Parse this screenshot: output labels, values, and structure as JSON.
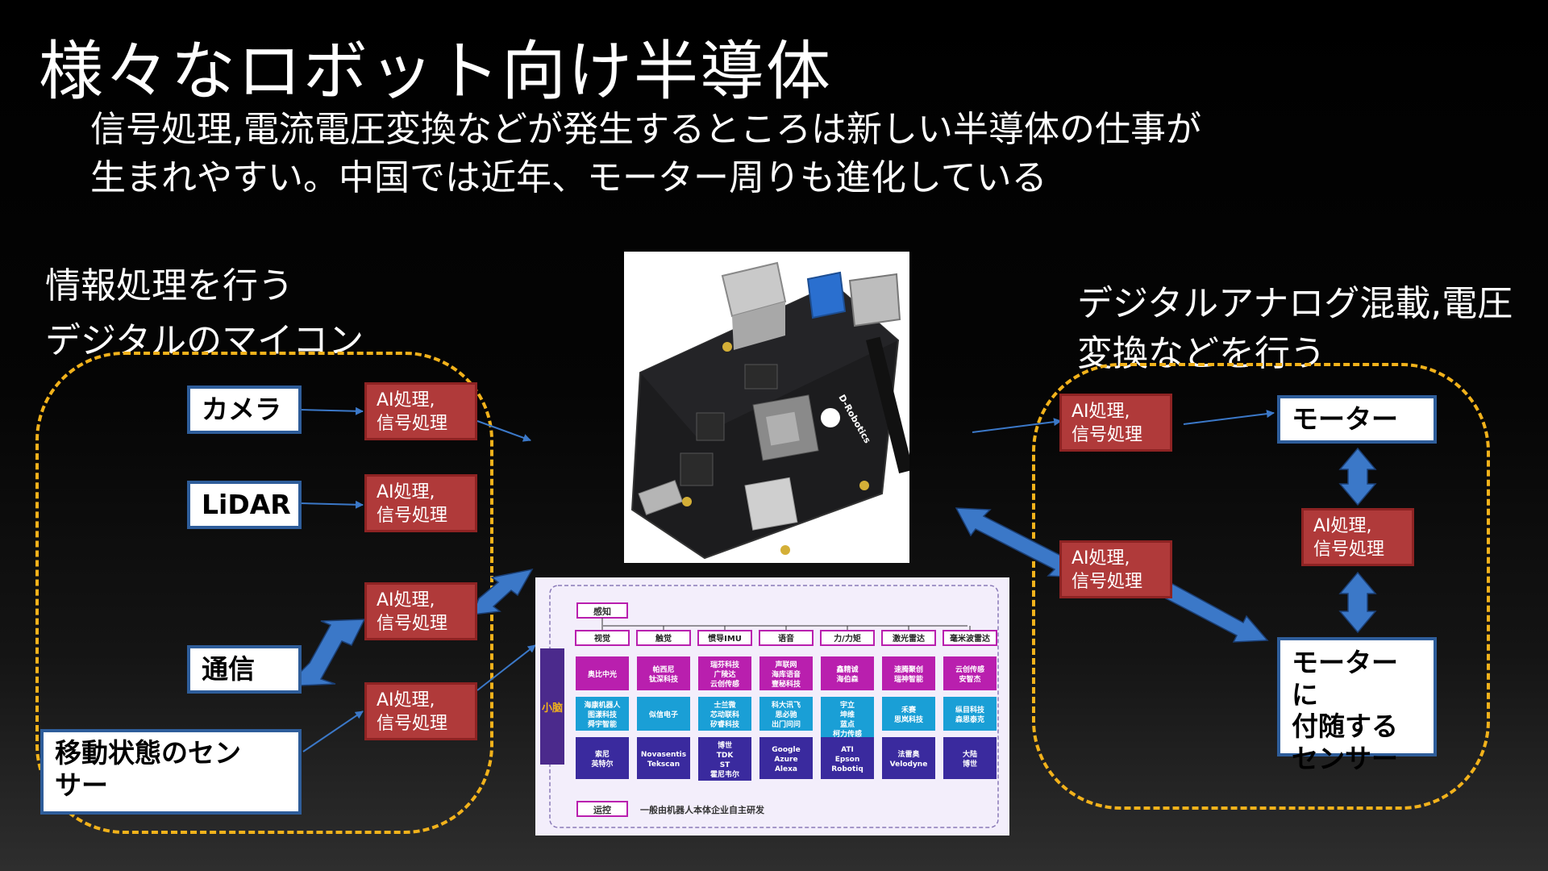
{
  "title": "様々なロボット向け半導体",
  "subtitle": {
    "line1": "信号処理,電流電圧変換などが発生するところは新しい半導体の仕事が",
    "line2": "生まれやすい。中国では近年、モーター周りも進化している"
  },
  "left_section": {
    "label_line1": "情報処理を行う",
    "label_line2": "デジタルのマイコン",
    "inputs": [
      "カメラ",
      "LiDAR",
      "通信",
      "移動状態のセン\nサー"
    ],
    "processing_label": "AI処理,\n信号処理"
  },
  "right_section": {
    "label_line1": "デジタルアナログ混載,電圧",
    "label_line2": "変換などを行う",
    "outputs": [
      "モーター",
      "モーターに\n付随する\nセンサー"
    ],
    "processing_label": "AI処理,\n信号処理"
  },
  "board_image": {
    "brand_text": "D-Robotics"
  },
  "ecosystem": {
    "top_label": "感知",
    "side_label": "小脑",
    "bottom_label": "运控",
    "bottom_note": "一般由机器人本体企业自主研发",
    "columns": [
      {
        "header": "视觉",
        "cells": [
          "奥比中光",
          "海康机器人\n图漾科技\n舜宇智能",
          "索尼\n英特尔"
        ]
      },
      {
        "header": "触觉",
        "cells": [
          "帕西尼\n钛深科技",
          "似信电子",
          "Novasentis\nTekscan"
        ]
      },
      {
        "header": "惯导IMU",
        "cells": [
          "瑞芬科技\n广陵达\n云创传感",
          "士兰微\n芯动联科\n矽睿科技",
          "博世\nTDK\nST\n霍尼韦尔"
        ]
      },
      {
        "header": "语音",
        "cells": [
          "声联网\n海库语音\n壹秘科技",
          "科大讯飞\n思必驰\n出门问问",
          "Google\nAzure\nAlexa"
        ]
      },
      {
        "header": "力/力矩",
        "cells": [
          "鑫精诚\n海伯森",
          "宇立\n坤维\n蓝点\n柯力传感",
          "ATI\nEpson\nRobotiq"
        ]
      },
      {
        "header": "激光雷达",
        "cells": [
          "速腾聚创\n瑞神智能",
          "禾赛\n思岚科技",
          "法雷奥\nVelodyne"
        ]
      },
      {
        "header": "毫米波雷达",
        "cells": [
          "云创传感\n安智杰",
          "纵目科技\n森思泰克",
          "大陆\n博世"
        ]
      }
    ]
  },
  "colors": {
    "dash_border": "#f2b21b",
    "processing_box": "#b03a3a",
    "input_box_border": "#2e5d9a",
    "arrow": "#3b78c8",
    "eco_purple": "#b91fae",
    "eco_cyan": "#1a9fd6",
    "eco_navy": "#3a2a9e"
  }
}
